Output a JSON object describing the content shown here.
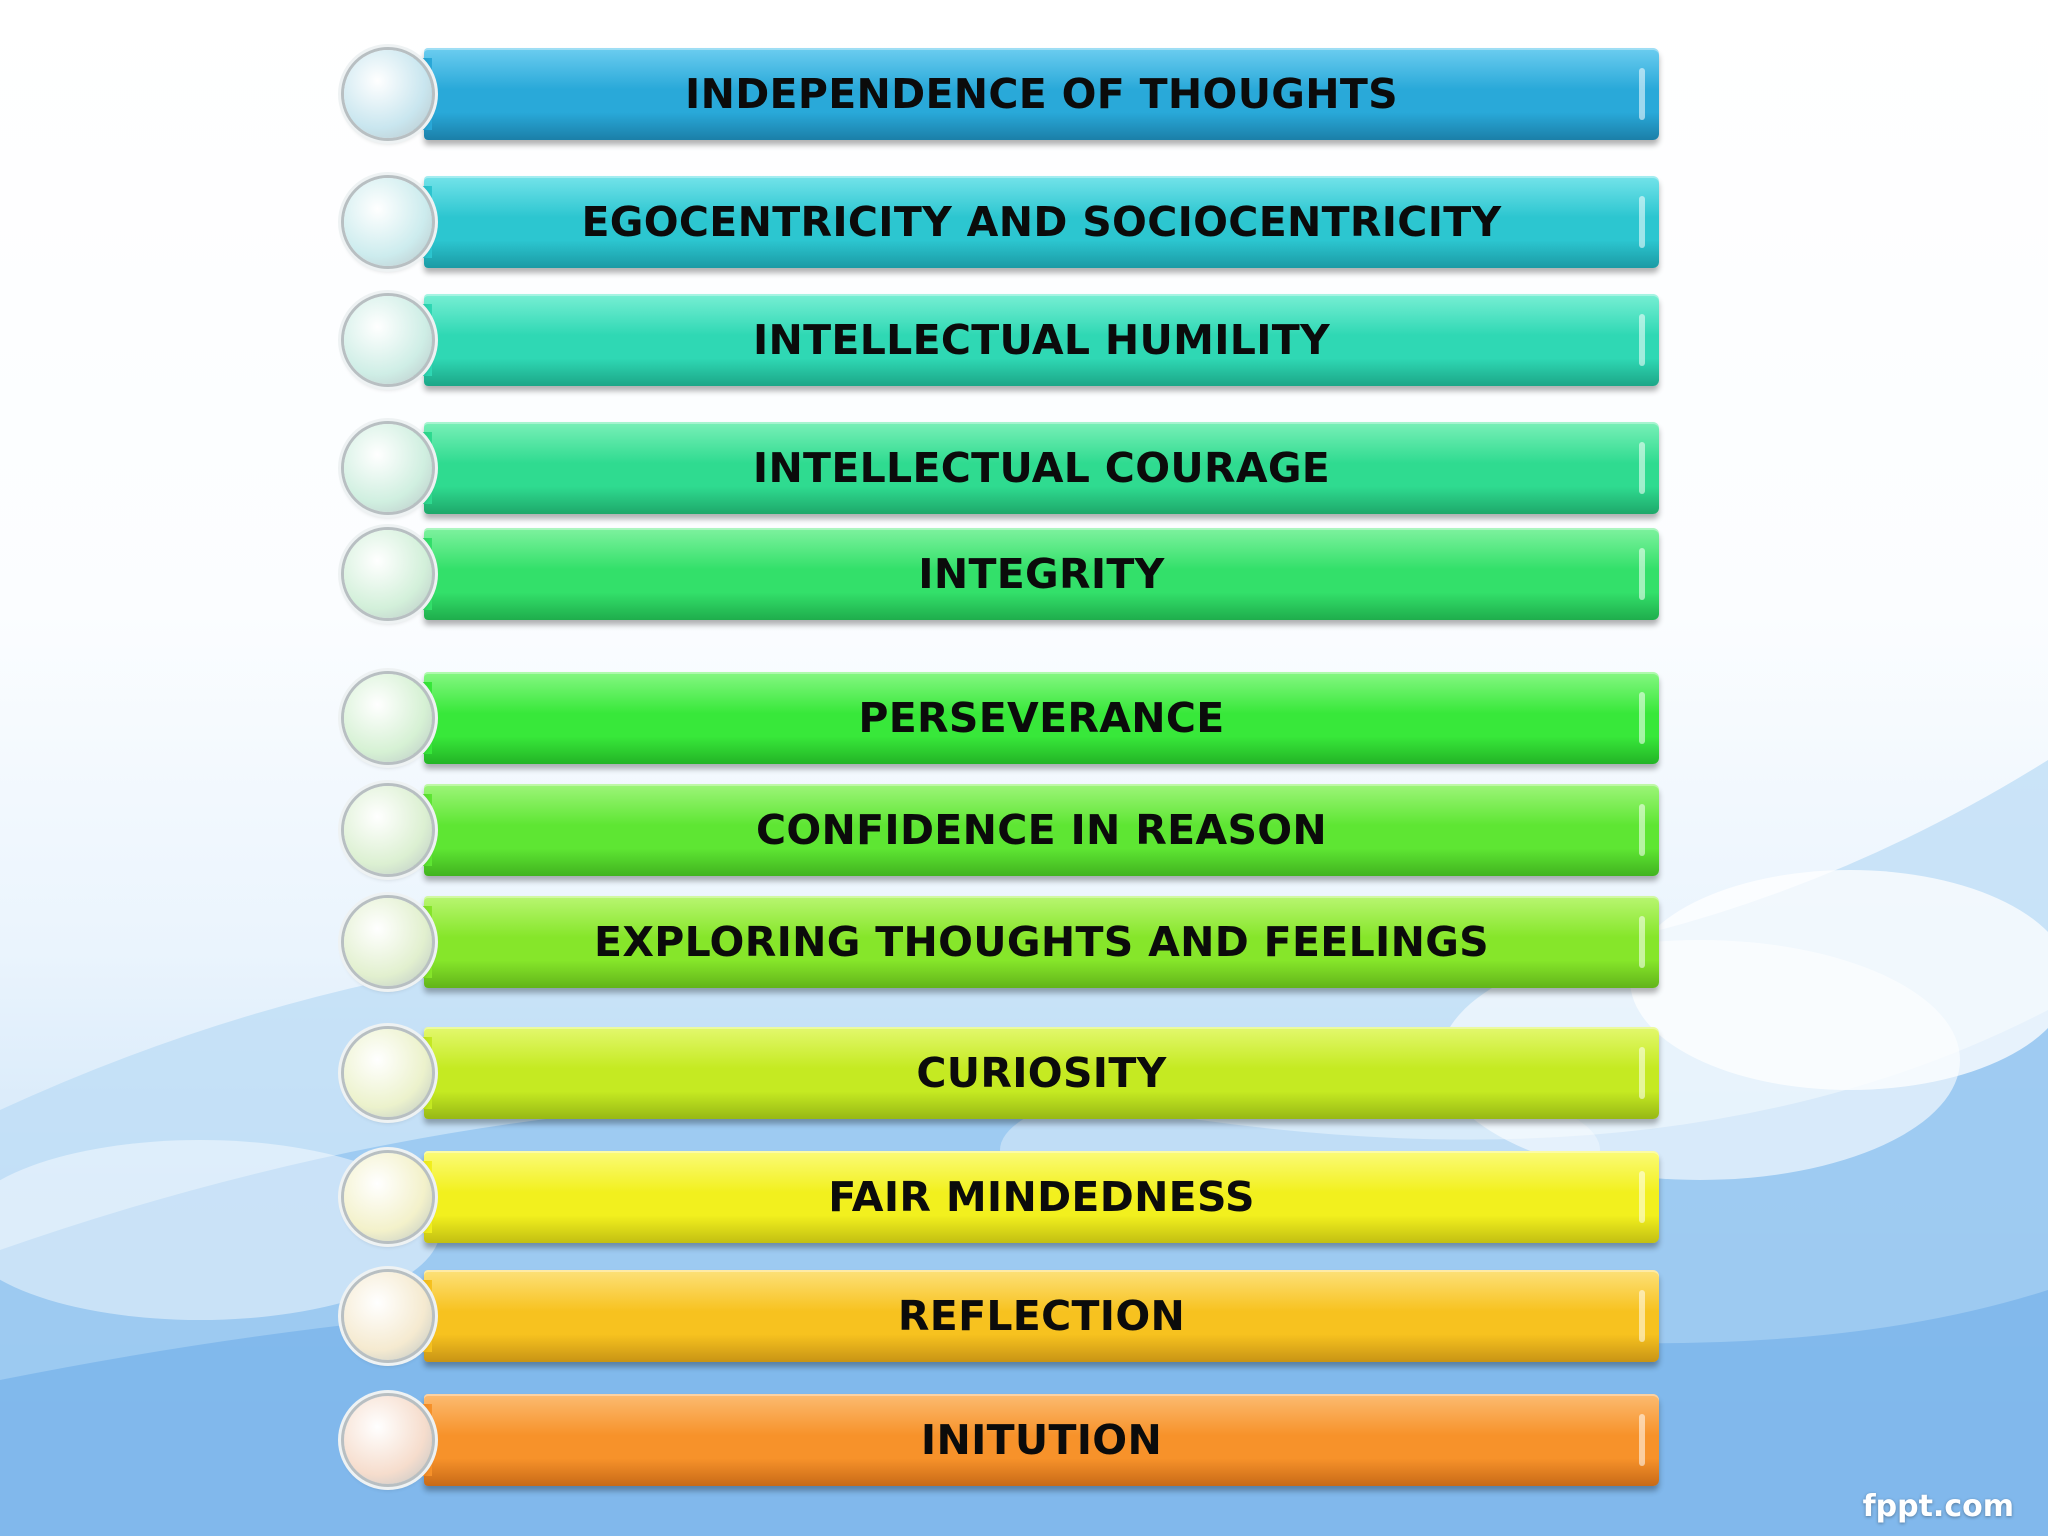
{
  "diagram": {
    "items": [
      {
        "label": "INDEPENDENCE OF THOUGHTS",
        "color": "#29a9d9",
        "highlight": "#6ccdf0",
        "shade": "#1b7fa8",
        "bubble": "#c9e6ef"
      },
      {
        "label": "EGOCENTRICITY AND SOCIOCENTRICITY",
        "color": "#2cc6d0",
        "highlight": "#74e3ea",
        "shade": "#1b9aa4",
        "bubble": "#cdecee"
      },
      {
        "label": "INTELLECTUAL HUMILITY",
        "color": "#2fd8b4",
        "highlight": "#78efd4",
        "shade": "#1ca687",
        "bubble": "#cfeee6"
      },
      {
        "label": "INTELLECTUAL COURAGE",
        "color": "#2fdb90",
        "highlight": "#7af0b8",
        "shade": "#1ea86a",
        "bubble": "#d0efe0"
      },
      {
        "label": "INTEGRITY",
        "color": "#33e06a",
        "highlight": "#7ff29f",
        "shade": "#1fad4c",
        "bubble": "#d3f0da"
      },
      {
        "label": "PERSEVERANCE",
        "color": "#38e83a",
        "highlight": "#86f783",
        "shade": "#23b426",
        "bubble": "#d6f1d4"
      },
      {
        "label": "CONFIDENCE IN REASON",
        "color": "#5ee633",
        "highlight": "#9ef57a",
        "shade": "#41b31f",
        "bubble": "#dcf0d2"
      },
      {
        "label": "EXPLORING THOUGHTS AND FEELINGS",
        "color": "#86e62a",
        "highlight": "#b9f672",
        "shade": "#62b41a",
        "bubble": "#e2f0cf"
      },
      {
        "label": "CURIOSITY",
        "color": "#c5ea22",
        "highlight": "#e3f86e",
        "shade": "#97b815",
        "bubble": "#ecf2cc"
      },
      {
        "label": "FAIR MINDEDNESS",
        "color": "#f2f01e",
        "highlight": "#fbfb78",
        "shade": "#c2bf12",
        "bubble": "#f3f1ca"
      },
      {
        "label": "REFLECTION",
        "color": "#f7c21f",
        "highlight": "#fde17a",
        "shade": "#c89415",
        "bubble": "#f5ead0"
      },
      {
        "label": "INITUTION",
        "color": "#f7922a",
        "highlight": "#fcbc72",
        "shade": "#c86a17",
        "bubble": "#f6ddcd"
      }
    ]
  },
  "brand": {
    "text": "fppt.com"
  }
}
